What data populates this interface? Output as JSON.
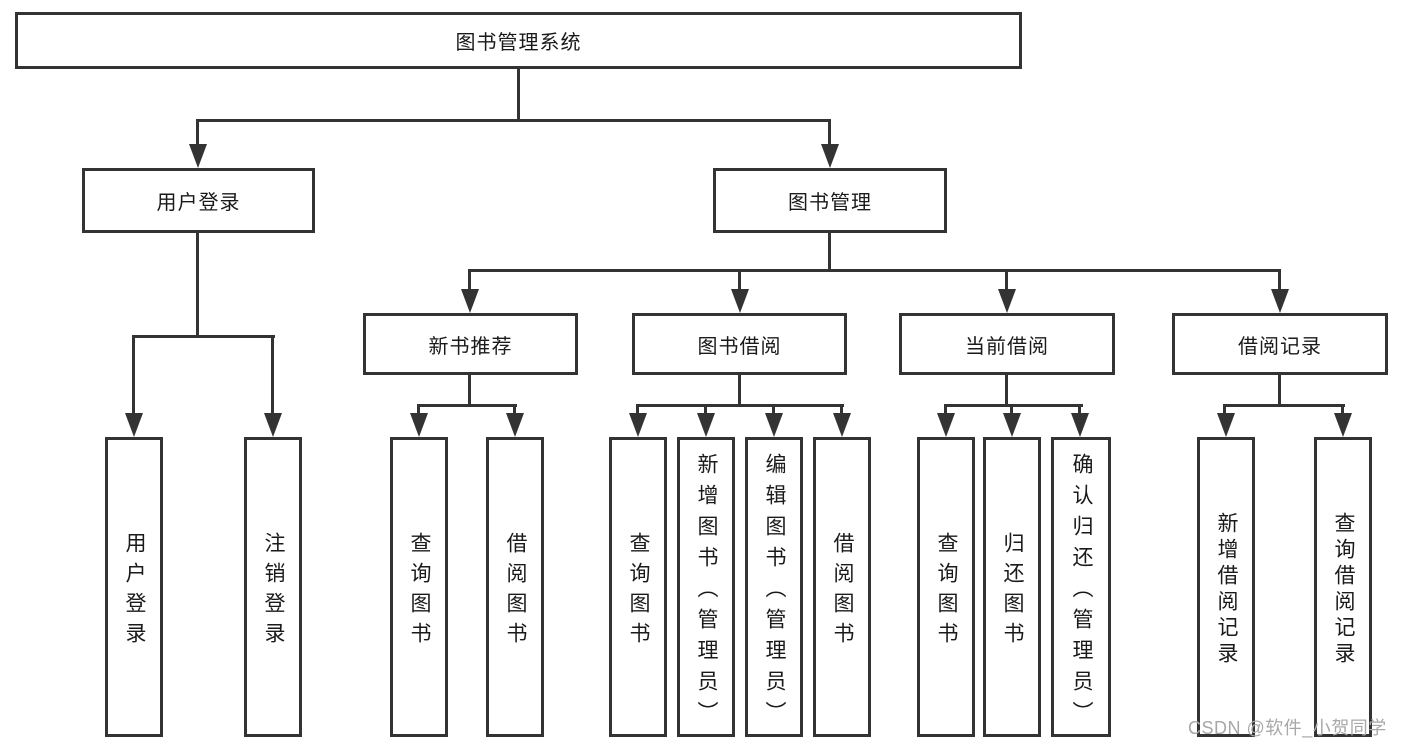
{
  "diagram": {
    "title": "图书管理系统",
    "colors": {
      "line": "#333333",
      "text": "#1a1a1a",
      "background": "#ffffff",
      "watermark": "#a8a8a8"
    },
    "level2": [
      {
        "label": "用户登录"
      },
      {
        "label": "图书管理"
      }
    ],
    "level3": [
      {
        "label": "新书推荐"
      },
      {
        "label": "图书借阅"
      },
      {
        "label": "当前借阅"
      },
      {
        "label": "借阅记录"
      }
    ],
    "leaves": {
      "login": [
        "用户登录",
        "注销登录"
      ],
      "recommend": [
        "查询图书",
        "借阅图书"
      ],
      "borrow": [
        "查询图书",
        "新增图书（管理员）",
        "编辑图书（管理员）",
        "借阅图书"
      ],
      "current": [
        "查询图书",
        "归还图书",
        "确认归还（管理员）"
      ],
      "records": [
        "新增借阅记录",
        "查询借阅记录"
      ]
    },
    "watermark": "CSDN @软件_小贺同学"
  }
}
